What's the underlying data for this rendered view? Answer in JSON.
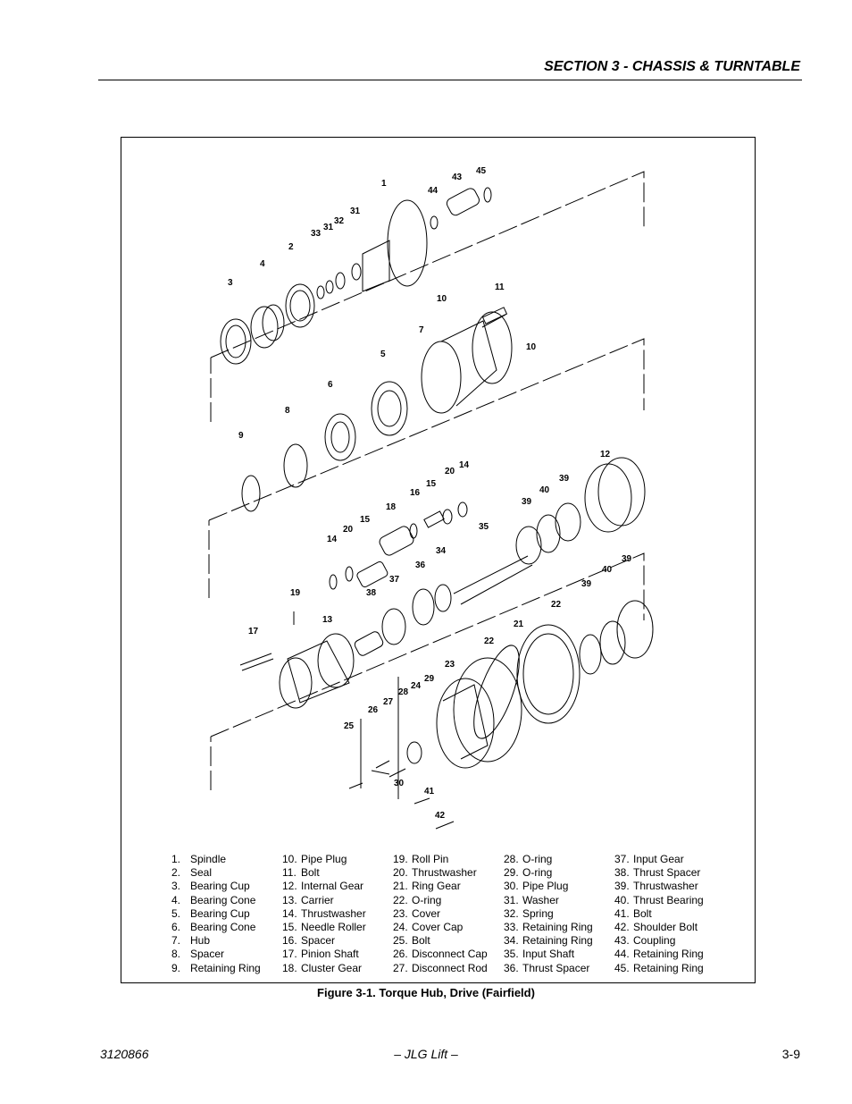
{
  "header": {
    "section_title": "SECTION 3 - CHASSIS & TURNTABLE"
  },
  "figure": {
    "caption": "Figure 3-1.  Torque Hub, Drive (Fairfield)",
    "callouts": [
      "1",
      "44",
      "43",
      "45",
      "31",
      "33",
      "31",
      "32",
      "2",
      "4",
      "3",
      "11",
      "10",
      "7",
      "10",
      "5",
      "6",
      "8",
      "9",
      "12",
      "14",
      "20",
      "15",
      "16",
      "39",
      "40",
      "39",
      "18",
      "35",
      "34",
      "15",
      "20",
      "14",
      "36",
      "37",
      "38",
      "19",
      "13",
      "17",
      "22",
      "21",
      "40",
      "39",
      "39",
      "23",
      "22",
      "29",
      "24",
      "28",
      "27",
      "26",
      "25",
      "30",
      "41",
      "42"
    ],
    "legend": [
      [
        "1.",
        "Spindle"
      ],
      [
        "2.",
        "Seal"
      ],
      [
        "3.",
        "Bearing Cup"
      ],
      [
        "4.",
        "Bearing Cone"
      ],
      [
        "5.",
        "Bearing Cup"
      ],
      [
        "6.",
        "Bearing Cone"
      ],
      [
        "7.",
        "Hub"
      ],
      [
        "8.",
        "Spacer"
      ],
      [
        "9.",
        "Retaining Ring"
      ],
      [
        "10.",
        "Pipe Plug"
      ],
      [
        "11.",
        "Bolt"
      ],
      [
        "12.",
        "Internal Gear"
      ],
      [
        "13.",
        "Carrier"
      ],
      [
        "14.",
        "Thrustwasher"
      ],
      [
        "15.",
        "Needle Roller"
      ],
      [
        "16.",
        "Spacer"
      ],
      [
        "17.",
        "Pinion Shaft"
      ],
      [
        "18.",
        "Cluster Gear"
      ],
      [
        "19.",
        "Roll Pin"
      ],
      [
        "20.",
        "Thrustwasher"
      ],
      [
        "21.",
        "Ring Gear"
      ],
      [
        "22.",
        "O-ring"
      ],
      [
        "23.",
        "Cover"
      ],
      [
        "24.",
        "Cover Cap"
      ],
      [
        "25.",
        "Bolt"
      ],
      [
        "26.",
        "Disconnect Cap"
      ],
      [
        "27.",
        "Disconnect Rod"
      ],
      [
        "28.",
        "O-ring"
      ],
      [
        "29.",
        "O-ring"
      ],
      [
        "30.",
        "Pipe Plug"
      ],
      [
        "31.",
        "Washer"
      ],
      [
        "32.",
        "Spring"
      ],
      [
        "33.",
        "Retaining Ring"
      ],
      [
        "34.",
        "Retaining Ring"
      ],
      [
        "35.",
        "Input Shaft"
      ],
      [
        "36.",
        "Thrust Spacer"
      ],
      [
        "37.",
        "Input Gear"
      ],
      [
        "38.",
        "Thrust Spacer"
      ],
      [
        "39.",
        "Thrustwasher"
      ],
      [
        "40.",
        "Thrust Bearing"
      ],
      [
        "41.",
        "Bolt"
      ],
      [
        "42.",
        "Shoulder Bolt"
      ],
      [
        "43.",
        "Coupling"
      ],
      [
        "44.",
        "Retaining Ring"
      ],
      [
        "45.",
        "Retaining Ring"
      ]
    ]
  },
  "footer": {
    "doc_number": "3120866",
    "brand": "– JLG Lift –",
    "page": "3-9"
  }
}
